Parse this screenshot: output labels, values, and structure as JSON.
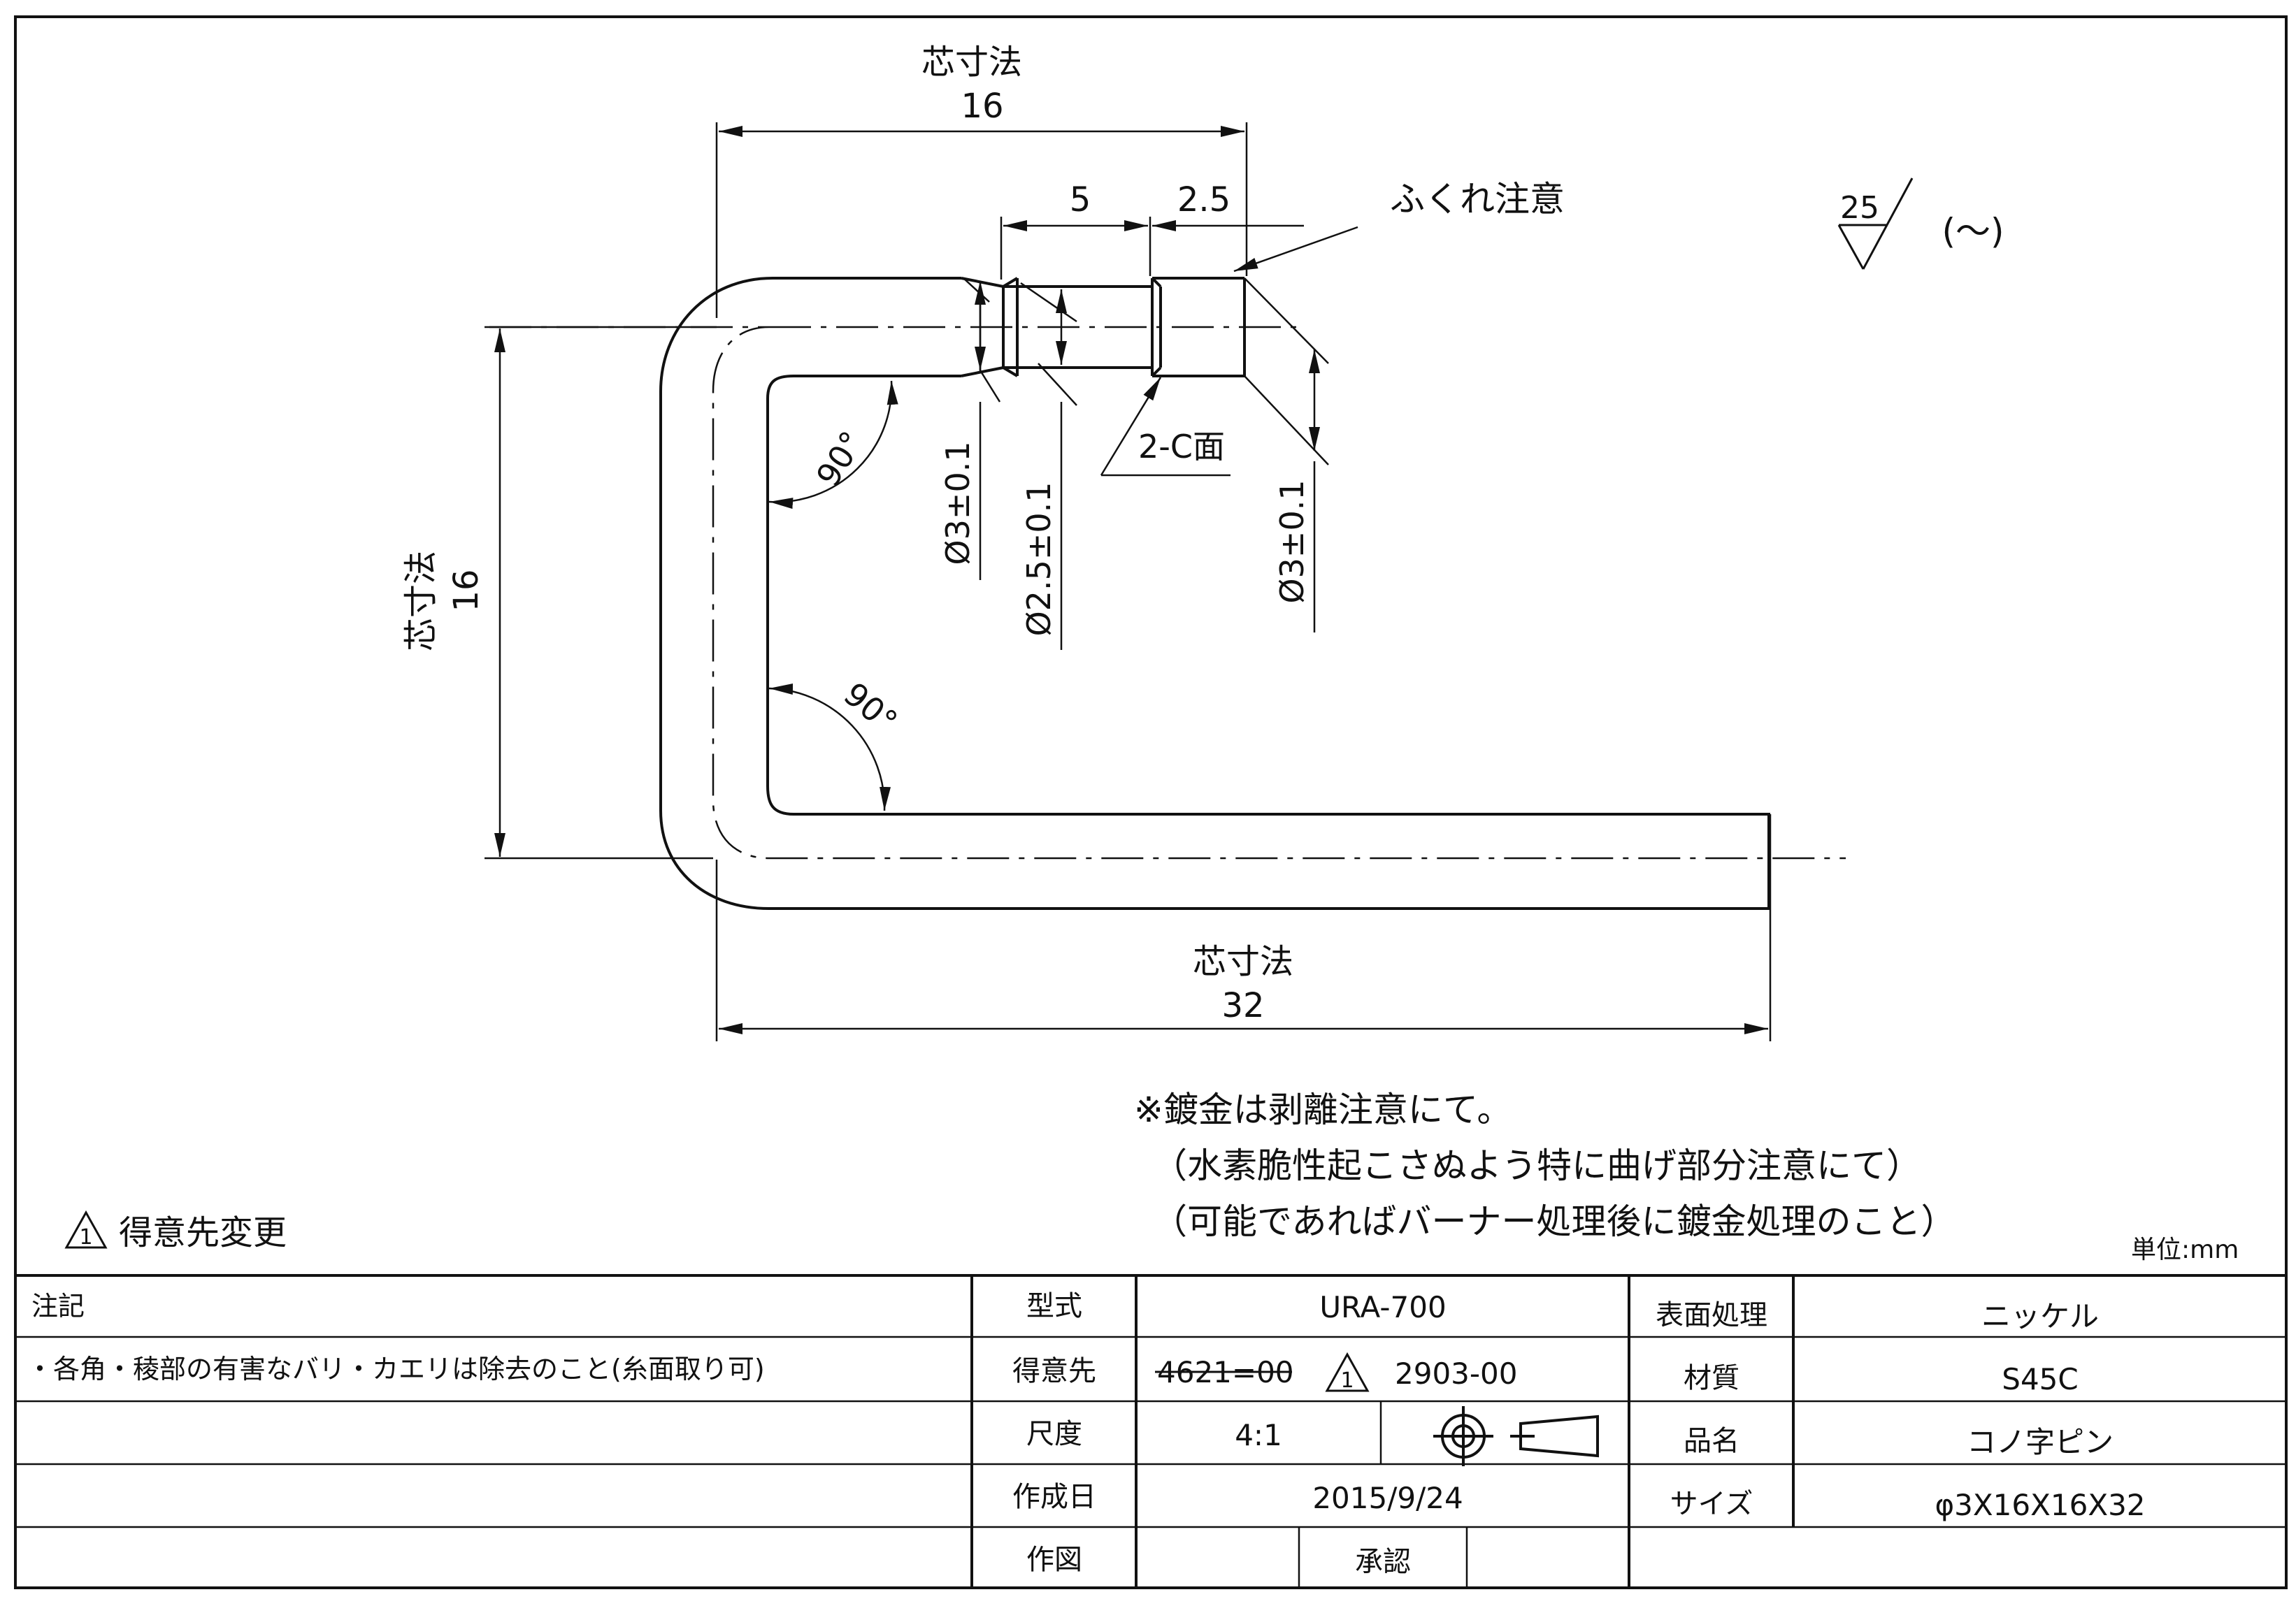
{
  "dimensions": {
    "top": {
      "caption": "芯寸法",
      "value": "16"
    },
    "left": {
      "caption": "芯寸法",
      "value": "16"
    },
    "bottom": {
      "caption": "芯寸法",
      "value": "32"
    },
    "step_5": "5",
    "step_2_5": "2.5",
    "dia_1": "Ø3±0.1",
    "dia_2": "Ø2.5±0.1",
    "dia_3": "Ø3±0.1",
    "angle_1": "90°",
    "angle_2": "90°",
    "chamfer": "2-C面"
  },
  "callouts": {
    "bulge_warning": "ふくれ注意",
    "surface_roughness": "25",
    "roughness_tilde": "(～)"
  },
  "notes": {
    "plating_1": "※鍍金は剥離注意にて。",
    "plating_2": "（水素脆性起こさぬよう特に曲げ部分注意にて）",
    "plating_3": "（可能であればバーナー処理後に鍍金処理のこと）",
    "revision_mark": "1",
    "revision": "得意先変更",
    "unit": "単位:mm"
  },
  "title_block": {
    "notes_header": "注記",
    "notes_text": "・各角・稜部の有害なバリ・カエリは除去のこと(糸面取り可)",
    "model_label": "型式",
    "model_value": "URA-700",
    "customer_label": "得意先",
    "customer_old": "4621=00",
    "customer_rev_mark": "1",
    "customer_new": "2903-00",
    "scale_label": "尺度",
    "scale_value": "4:1",
    "date_label": "作成日",
    "date_value": "2015/9/24",
    "drawn_label": "作図",
    "approve_label": "承認",
    "surface_label": "表面処理",
    "surface_value": "ニッケル",
    "material_label": "材質",
    "material_value": "S45C",
    "part_label": "品名",
    "part_value": "コノ字ピン",
    "size_label": "サイズ",
    "size_value": "φ3X16X16X32"
  }
}
